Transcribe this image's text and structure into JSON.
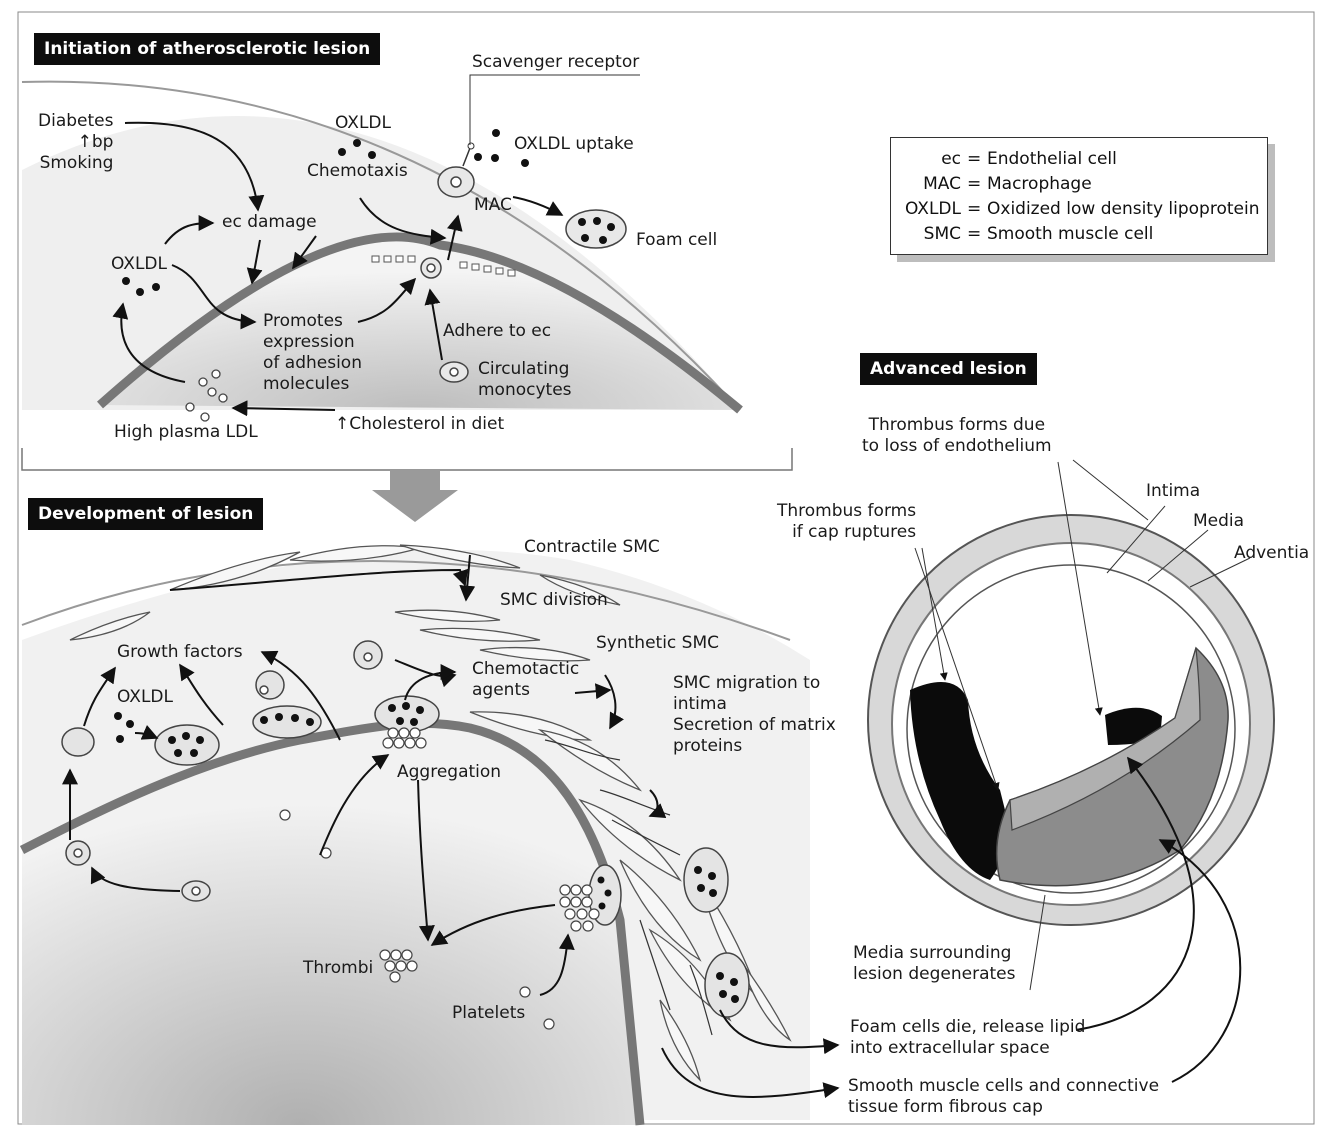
{
  "headers": {
    "initiation": "Initiation of atherosclerotic lesion",
    "development": "Development of lesion",
    "advanced": "Advanced lesion"
  },
  "legend": [
    {
      "abbr": "ec",
      "def": "Endothelial cell"
    },
    {
      "abbr": "MAC",
      "def": "Macrophage"
    },
    {
      "abbr": "OXLDL",
      "def": "Oxidized low density lipoprotein"
    },
    {
      "abbr": "SMC",
      "def": "Smooth muscle cell"
    }
  ],
  "initiation_labels": {
    "scavenger_receptor": "Scavenger receptor",
    "risk_factors": "Diabetes\n↑bp\nSmoking",
    "oxldl_top": "OXLDL",
    "chemotaxis": "Chemotaxis",
    "oxldl_uptake": "OXLDL uptake",
    "mac": "MAC",
    "foam_cell": "Foam cell",
    "ec_damage": "ec damage",
    "oxldl_left": "OXLDL",
    "promotes": "Promotes\nexpression\nof adhesion\nmolecules",
    "adhere": "Adhere to ec",
    "circulating": "Circulating\nmonocytes",
    "high_ldl": "High plasma LDL",
    "cholesterol": "↑Cholesterol in diet"
  },
  "development_labels": {
    "contractile_smc": "Contractile SMC",
    "smc_division": "SMC division",
    "synthetic_smc": "Synthetic SMC",
    "growth_factors": "Growth factors",
    "chemotactic": "Chemotactic\nagents",
    "smc_migration": "SMC migration to\nintima\nSecretion of matrix\nproteins",
    "oxldl": "OXLDL",
    "aggregation": "Aggregation",
    "thrombi": "Thrombi",
    "platelets": "Platelets"
  },
  "advanced_labels": {
    "thrombus_loss": "Thrombus forms due\nto loss of endothelium",
    "thrombus_cap": "Thrombus forms\nif cap ruptures",
    "intima": "Intima",
    "media": "Media",
    "adventia": "Adventia",
    "media_degenerates": "Media surrounding\nlesion degenerates",
    "foam_die": "Foam cells die, release lipid\ninto extracellular space",
    "fibrous_cap": "Smooth muscle cells and connective\ntissue form fibrous cap"
  }
}
